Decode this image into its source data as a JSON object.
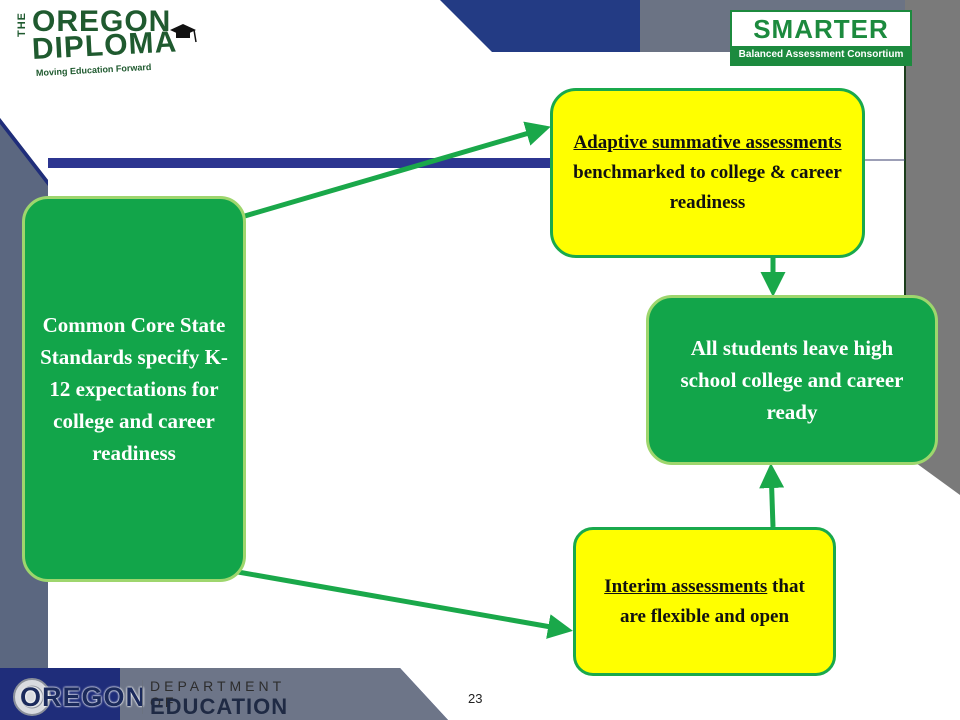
{
  "logos": {
    "oregon_diploma": {
      "the": "THE",
      "line1": "OREGON",
      "line2": "DIPLOMA",
      "tagline": "Moving Education Forward"
    },
    "smarter": {
      "title": "SMARTER",
      "subtitle": "Balanced Assessment Consortium"
    },
    "dept_education": {
      "oregon": "OREGON",
      "department": "DEPARTMENT OF",
      "education": "EDUCATION"
    }
  },
  "boxes": {
    "common_core": {
      "text": "Common Core State Standards specify K-12 expectations for college and career readiness"
    },
    "adaptive": {
      "underlined": "Adaptive summative assessments ",
      "rest": "benchmarked to college & career readiness"
    },
    "all_students": {
      "text": "All students leave high school college and career ready"
    },
    "interim": {
      "underlined": "Interim assessments",
      "rest": " that are flexible and open"
    }
  },
  "page_number": "23",
  "colors": {
    "green_box": "#12a54a",
    "yellow_box": "#ffff00",
    "arrow": "#1aa84a",
    "navy": "#1f2d7a",
    "grey": "#7a7a7a"
  }
}
